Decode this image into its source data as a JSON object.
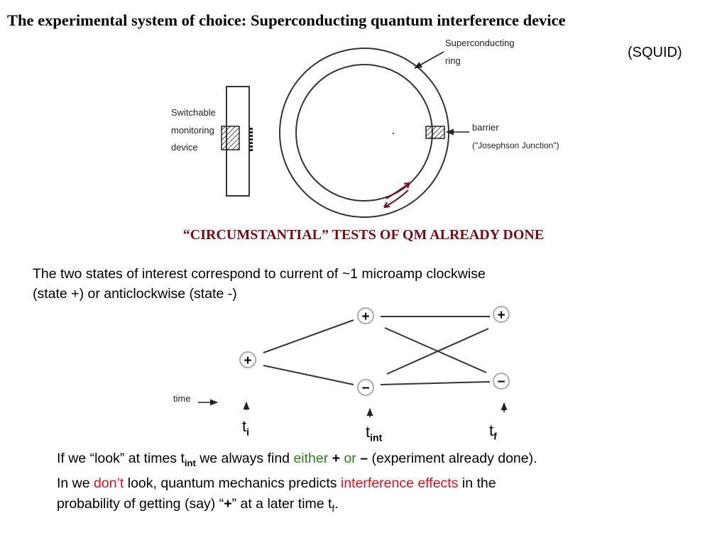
{
  "header": {
    "title": "The experimental system of choice: Superconducting quantum interference device",
    "subtitle": "(SQUID)"
  },
  "figure": {
    "ring_label_1": "Superconducting",
    "ring_label_2": "ring",
    "monitor_label_1": "Switchable",
    "monitor_label_2": "monitoring",
    "monitor_label_3": "device",
    "barrier_label_1": "barrier",
    "barrier_label_2": "(\"Josephson Junction\")"
  },
  "heading": "“CIRCUMSTANTIAL” TESTS OF QM ALREADY DONE",
  "intro": {
    "line1": "The two states of interest correspond to current of ~1 microamp clockwise",
    "line2": "(state +) or anticlockwise (state -)"
  },
  "timeline": {
    "time_label": "time",
    "plus_symbol": "+",
    "minus_symbol": "−",
    "t": "t",
    "ti_sub": "i",
    "tint_sub": "int",
    "tf_sub": "f"
  },
  "outro": {
    "p1a": "If we “look” at times t",
    "p1_sub": "int",
    "p1b": " we always find ",
    "p1_either": "either",
    "p1_plus": " + ",
    "p1_or": "or",
    "p1_minus": " – ",
    "p1c": "(experiment already done).",
    "p2a": "In we ",
    "p2_dont": "don’t",
    "p2b": " look, quantum mechanics predicts ",
    "p2_interf": "interference effects",
    "p2c": " in the",
    "p3a": "probability of getting (say) “",
    "p3_plus": "+",
    "p3b": "” at a later time t",
    "p3_sub": "f",
    "p3c": "."
  },
  "colors": {
    "heading": "#7a0a14",
    "green": "#2e7d1a",
    "red": "#e0101a",
    "current_arrow": "#7a1420"
  }
}
